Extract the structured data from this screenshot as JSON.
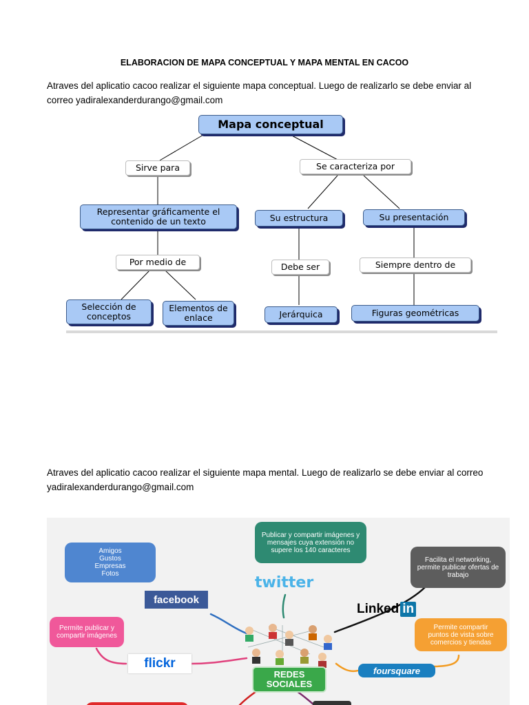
{
  "document": {
    "title": "ELABORACION DE MAPA CONCEPTUAL Y MAPA MENTAL EN CACOO",
    "para1": "Atraves del aplicatio cacoo realizar el siguiente mapa conceptual. Luego de realizarlo se debe enviar al correo yadiralexanderdurango@gmail.com",
    "para2": "Atraves del aplicatio cacoo realizar el siguiente mapa mental. Luego de realizarlo se debe enviar al correo yadiralexanderdurango@gmail.com"
  },
  "concept_map": {
    "root": "Mapa conceptual",
    "link_left": "Sirve para",
    "link_right": "Se caracteriza por",
    "node_represent": "Representar gráficamente el contenido de un texto",
    "node_estructura": "Su estructura",
    "node_presentacion": "Su presentación",
    "link_por_medio": "Por medio de",
    "link_debe_ser": "Debe ser",
    "link_siempre": "Siempre dentro de",
    "leaf_seleccion": "Selección de conceptos",
    "leaf_elementos": "Elementos de enlace",
    "leaf_jerarquica": "Jerárquica",
    "leaf_figuras": "Figuras geométricas",
    "colors": {
      "node_fill": "#a9c9f5",
      "root_fill": "#a9c9f5",
      "shadow": "#1f2a6b"
    }
  },
  "mind_map": {
    "center": "REDES SOCIALES",
    "facebook_box": "Amigos Gustos Empresas Fotos",
    "facebook_label": "facebook",
    "twitter_box": "Publicar y compartir imágenes y mensajes cuya extensión no supere los 140 caracteres",
    "twitter_label": "twitter",
    "linkedin_box": "Facilita el networking, permite publicar ofertas de trabajo",
    "linkedin_label": "Linked",
    "linkedin_in": "in",
    "flickr_box": "Permite publicar y compartir imágenes",
    "flickr_label": "flickr",
    "foursquare_box": "Permite compartir puntos de vista sobre comercios y tiendas",
    "foursquare_label": "foursquare",
    "colors": {
      "facebook_box": "#4f86d0",
      "twitter_box": "#2e8a72",
      "linkedin_box": "#5d5d5d",
      "flickr_box": "#f0589a",
      "foursquare_box": "#f5a033",
      "center": "#3aa84a"
    }
  }
}
